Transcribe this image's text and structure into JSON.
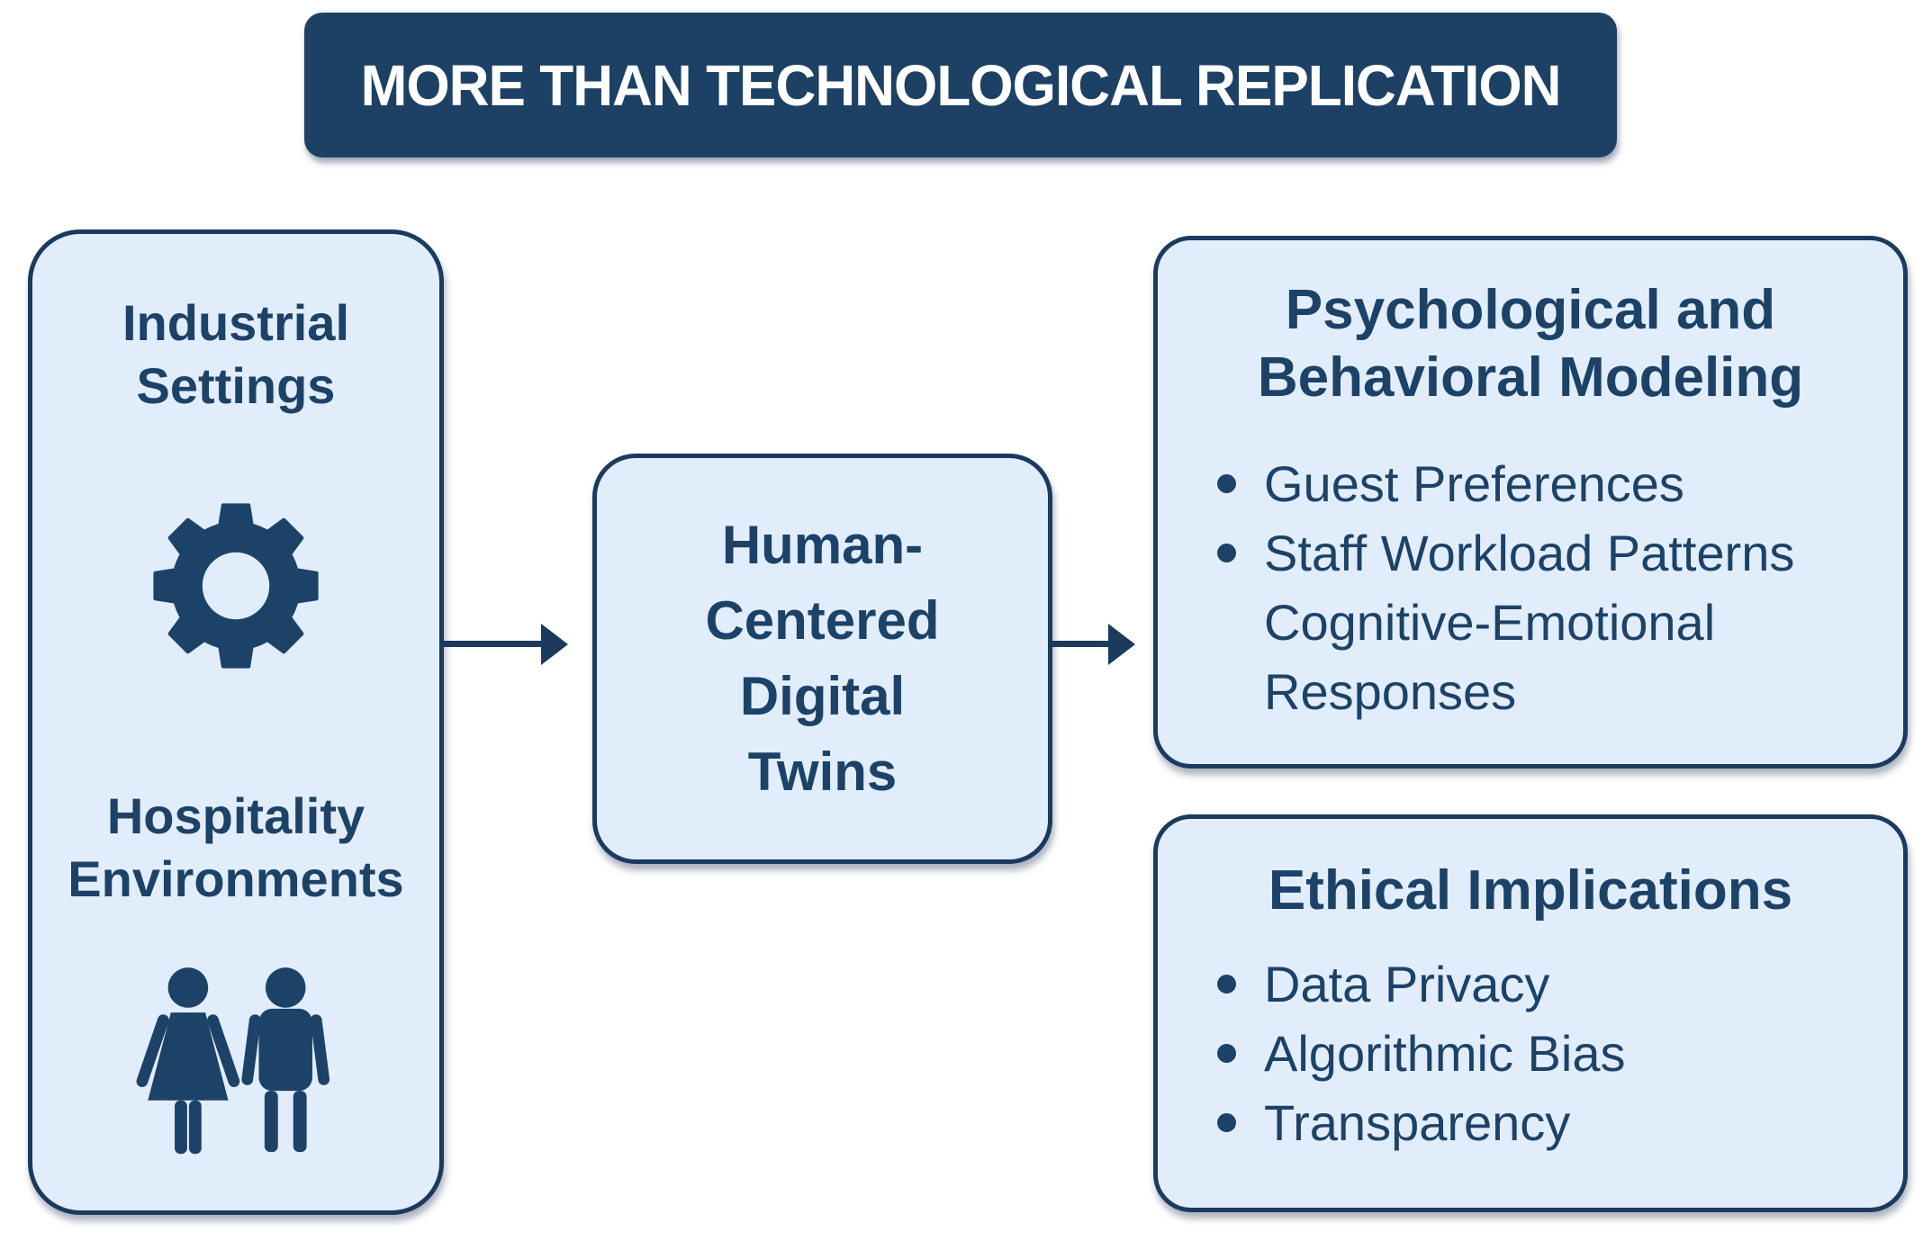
{
  "banner": {
    "title": "MORE THAN TECHNOLOGICAL REPLICATION"
  },
  "colors": {
    "banner_bg": "#1d4164",
    "box_fill": "#e1edfa",
    "border_navy": "#1b3a5e",
    "text_navy": "#1d4267",
    "banner_text": "#ffffff"
  },
  "left_box": {
    "label_top": "Industrial\nSettings",
    "label_bottom": "Hospitality\nEnvironments",
    "icons": [
      "gear-icon",
      "woman-and-man-icon"
    ]
  },
  "center_box": {
    "label": "Human-\nCentered\nDigital\nTwins"
  },
  "right_top_box": {
    "title": "Psychological and\nBehavioral Modeling",
    "bullets": [
      "Guest Preferences",
      "Staff Workload Patterns\nCognitive-Emotional\nResponses"
    ]
  },
  "right_bottom_box": {
    "title": "Ethical Implications",
    "bullets": [
      "Data Privacy",
      "Algorithmic Bias",
      "Transparency"
    ]
  }
}
